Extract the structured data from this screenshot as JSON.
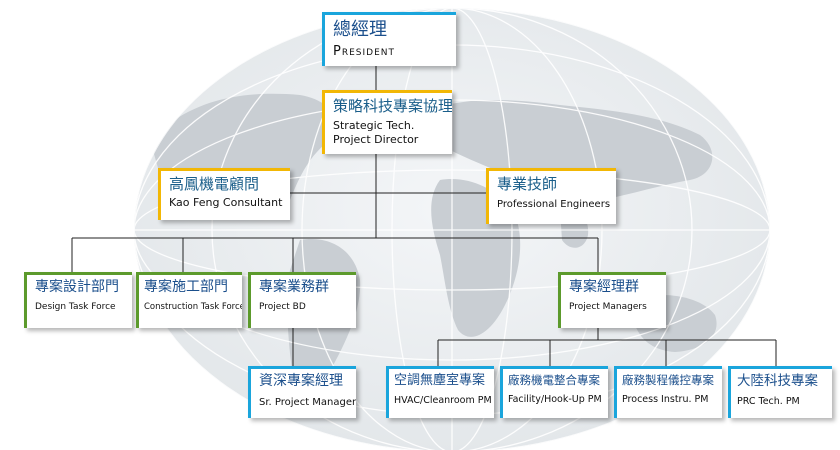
{
  "org_chart": {
    "president": {
      "zh": "總經理",
      "en": "President"
    },
    "strategic": {
      "zh": "策略科技專案協理",
      "en_line1": "Strategic Tech.",
      "en_line2": "Project Director"
    },
    "kaofeng": {
      "zh": "高鳳機電顧問",
      "en": "Kao Feng Consultant"
    },
    "professional": {
      "zh": "專業技師",
      "en": "Professional Engineers"
    },
    "design": {
      "zh": "專案設計部門",
      "en": "Design Task Force"
    },
    "construction": {
      "zh": "專案施工部門",
      "en": "Construction Task Force"
    },
    "projectbd": {
      "zh": "專案業務群",
      "en": "Project BD"
    },
    "pm_group": {
      "zh": "專案經理群",
      "en": "Project Managers"
    },
    "sr_pm": {
      "zh": "資深專案經理",
      "en": "Sr. Project Manager"
    },
    "hvac": {
      "zh": "空調無塵室專案",
      "en": "HVAC/Cleanroom PM"
    },
    "facility": {
      "zh": "廠務機電整合專案",
      "en": "Facility/Hook-Up PM"
    },
    "process": {
      "zh": "廠務製程儀控專案",
      "en": "Process Instru. PM"
    },
    "prc": {
      "zh": "大陸科技專案",
      "en": "PRC Tech. PM"
    }
  },
  "colors": {
    "gold_accent": "#f2b705",
    "blue_accent": "#1aa5dc",
    "green_accent": "#5c9a2c",
    "title_text": "#1a5e8a",
    "connector": "#222222",
    "globe": "#c9ced3"
  }
}
